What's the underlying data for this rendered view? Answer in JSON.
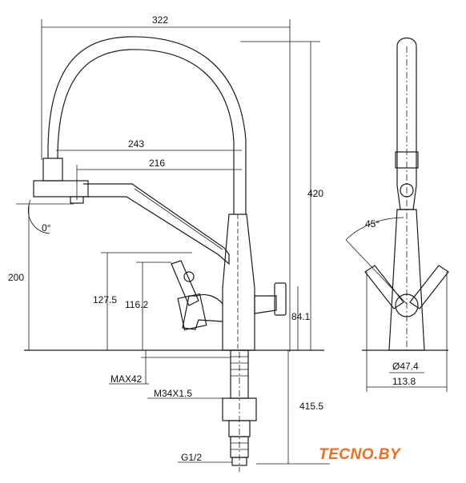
{
  "dimensions": {
    "overall_width": "322",
    "spout_reach_outer": "243",
    "spout_reach_inner": "216",
    "overall_height": "420",
    "rotation_angle": "0°",
    "spout_outlet_height": "200",
    "lever_height": "127.5",
    "body_outlet_height": "116.2",
    "filter_handle_height": "84.1",
    "side_angle": "45°",
    "base_diameter": "Ø47.4",
    "side_depth": "113.8",
    "max_counter_thickness": "MAX42",
    "mounting_thread": "M34X1.5",
    "hose_length": "415.5",
    "connection_thread": "G1/2"
  },
  "brand": {
    "logo_text": "TECNO.BY",
    "color": "#f36c1c"
  }
}
